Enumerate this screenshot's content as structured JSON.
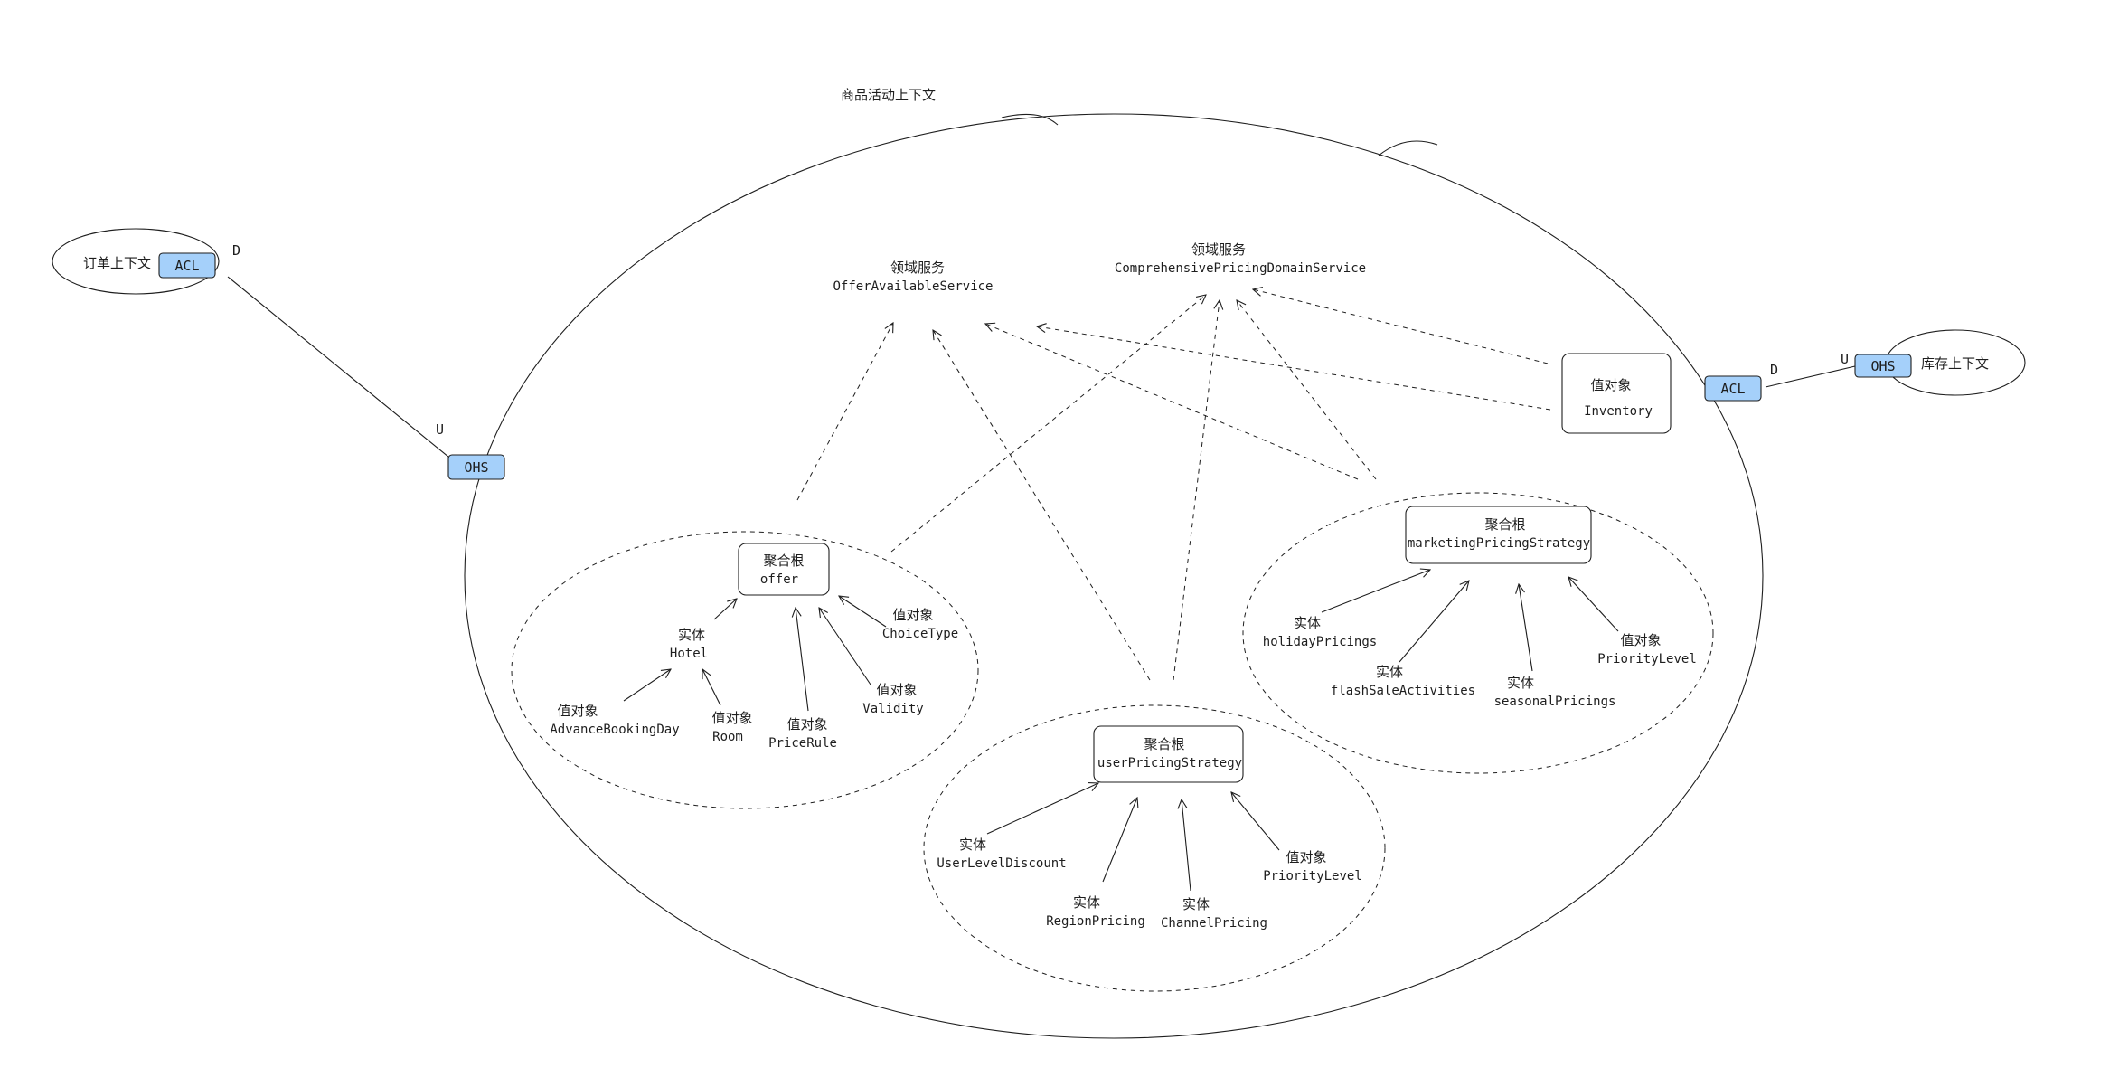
{
  "contexts": {
    "product": {
      "label": "商品活动上下文"
    },
    "order": {
      "label": "订单上下文",
      "badge": "ACL",
      "role": "D"
    },
    "inventory": {
      "label": "库存上下文",
      "badge": "OHS",
      "role": "U"
    },
    "product_left_port": {
      "badge": "OHS",
      "role": "U"
    },
    "product_right_port": {
      "badge": "ACL",
      "role": "D"
    }
  },
  "services": {
    "offer_available": {
      "type": "领域服务",
      "name": "OfferAvailableService"
    },
    "comprehensive_pricing": {
      "type": "领域服务",
      "name": "ComprehensivePricingDomainService"
    }
  },
  "inventory_vo": {
    "type": "值对象",
    "name": "Inventory"
  },
  "aggregates": {
    "offer": {
      "root": {
        "type": "聚合根",
        "name": "offer"
      },
      "members": {
        "hotel": {
          "type": "实体",
          "name": "Hotel"
        },
        "advance_booking_day": {
          "type": "值对象",
          "name": "AdvanceBookingDay"
        },
        "room": {
          "type": "值对象",
          "name": "Room"
        },
        "price_rule": {
          "type": "值对象",
          "name": "PriceRule"
        },
        "validity": {
          "type": "值对象",
          "name": "Validity"
        },
        "choice_type": {
          "type": "值对象",
          "name": "ChoiceType"
        }
      }
    },
    "user_pricing": {
      "root": {
        "type": "聚合根",
        "name": "userPricingStrategy"
      },
      "members": {
        "user_level_discount": {
          "type": "实体",
          "name": "UserLevelDiscount"
        },
        "region_pricing": {
          "type": "实体",
          "name": "RegionPricing"
        },
        "channel_pricing": {
          "type": "实体",
          "name": "ChannelPricing"
        },
        "priority_level": {
          "type": "值对象",
          "name": "PriorityLevel"
        }
      }
    },
    "marketing_pricing": {
      "root": {
        "type": "聚合根",
        "name": "marketingPricingStrategy"
      },
      "members": {
        "holiday_pricings": {
          "type": "实体",
          "name": "holidayPricings"
        },
        "flash_sale_activities": {
          "type": "实体",
          "name": "flashSaleActivities"
        },
        "seasonal_pricings": {
          "type": "实体",
          "name": "seasonalPricings"
        },
        "priority_level": {
          "type": "值对象",
          "name": "PriorityLevel"
        }
      }
    }
  },
  "colors": {
    "badge_fill": "#a5d0fa",
    "stroke": "#1e1e1e",
    "background": "#ffffff"
  }
}
